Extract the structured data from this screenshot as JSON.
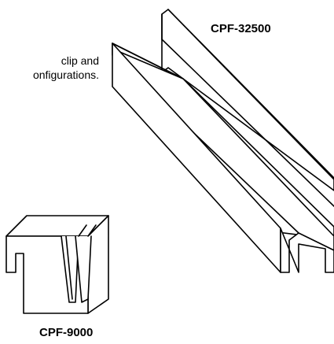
{
  "caption": {
    "line1": "clip and",
    "line2": "onfigurations."
  },
  "parts": {
    "channel_label": "CPF-32500",
    "clip_label": "CPF-9000"
  },
  "colors": {
    "stroke": "#000000",
    "fill": "#ffffff"
  }
}
